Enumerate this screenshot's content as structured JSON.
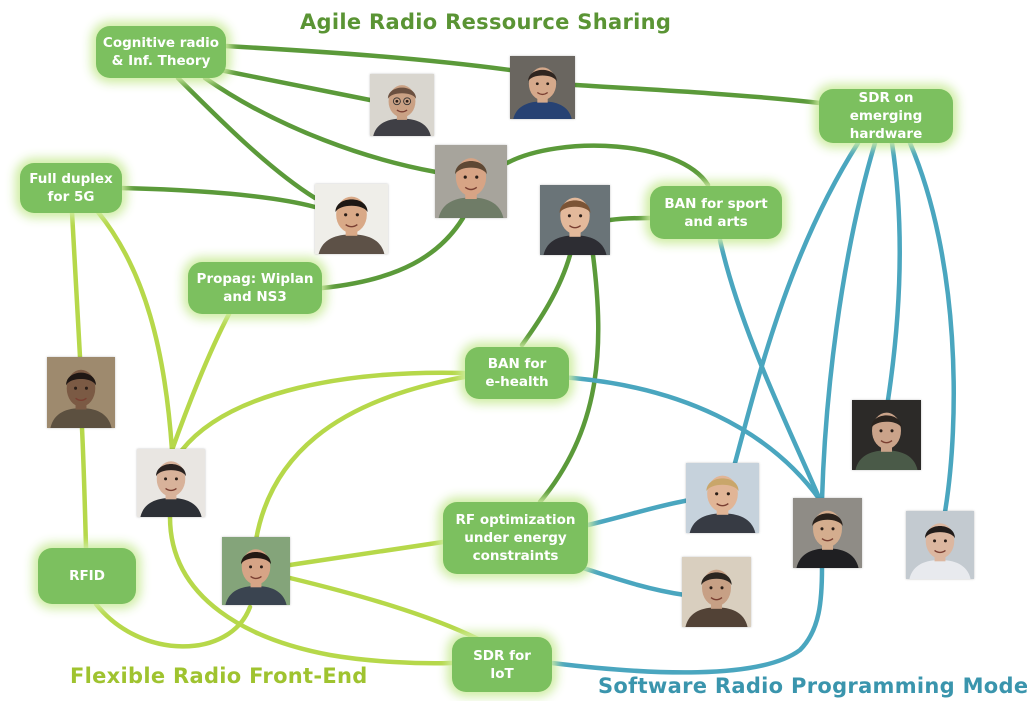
{
  "titles": {
    "agile": "Agile Radio Ressource Sharing",
    "front_end": "Flexible Radio Front-End",
    "programming": "Software Radio Programming Model"
  },
  "colors": {
    "agile": "#5a9434",
    "front_end": "#9fc32f",
    "programming": "#3a95ad",
    "box_fill": "#7cc05f",
    "box_text": "#ffffff",
    "box_glow": "#cdeca0",
    "link_dark_green": "#5b9a3a",
    "link_light_green": "#b6d84a",
    "link_blue": "#4aa6bf"
  },
  "topics": [
    {
      "id": "cognitive",
      "label": "Cognitive radio\n& Inf. Theory"
    },
    {
      "id": "sdr_hw",
      "label": "SDR on emerging\nhardware"
    },
    {
      "id": "full_duplex",
      "label": "Full duplex\nfor 5G"
    },
    {
      "id": "ban_sport",
      "label": "BAN for sport\nand arts"
    },
    {
      "id": "propag",
      "label": "Propag: Wiplan\nand NS3"
    },
    {
      "id": "ban_health",
      "label": "BAN for\ne-health"
    },
    {
      "id": "rf_opt",
      "label": "RF optimization\nunder energy\nconstraints"
    },
    {
      "id": "rfid",
      "label": "RFID"
    },
    {
      "id": "sdr_iot",
      "label": "SDR for\nIoT"
    }
  ],
  "people": [
    {
      "id": "p_glasses",
      "kind": "portrait",
      "skin": "#caa184",
      "hair": "#6b5040",
      "shirt": "#3f3f45",
      "bg": "#d9d6cf",
      "glasses": true
    },
    {
      "id": "p_suit",
      "kind": "portrait",
      "skin": "#d5a98b",
      "hair": "#2f2520",
      "shirt": "#274273",
      "bg": "#6a6660"
    },
    {
      "id": "p_asian",
      "kind": "portrait",
      "skin": "#d9a987",
      "hair": "#1e1814",
      "shirt": "#5d5147",
      "bg": "#efeee9"
    },
    {
      "id": "p_laugh",
      "kind": "portrait",
      "skin": "#d7a485",
      "hair": "#5e4834",
      "shirt": "#6f7c67",
      "bg": "#a7a49c"
    },
    {
      "id": "p_woman",
      "kind": "portrait",
      "skin": "#e3b99b",
      "hair": "#7b5436",
      "shirt": "#2d2d33",
      "bg": "#6a7478"
    },
    {
      "id": "p_outdoor",
      "kind": "portrait",
      "skin": "#7b5a44",
      "hair": "#1f1714",
      "shirt": "#5c5040",
      "bg": "#9e8a6e"
    },
    {
      "id": "p_beard1",
      "kind": "portrait",
      "skin": "#d8b29a",
      "hair": "#2a2220",
      "shirt": "#2d3036",
      "bg": "#e9e6e2"
    },
    {
      "id": "p_young",
      "kind": "portrait",
      "skin": "#d6a486",
      "hair": "#231a14",
      "shirt": "#3a4450",
      "bg": "#84a47a"
    },
    {
      "id": "p_blond",
      "kind": "portrait",
      "skin": "#e1b596",
      "hair": "#c9a66a",
      "shirt": "#373b44",
      "bg": "#c6d2dc"
    },
    {
      "id": "p_beard2",
      "kind": "portrait",
      "skin": "#caa38a",
      "hair": "#2a231e",
      "shirt": "#4a5a48",
      "bg": "#2c2a28"
    },
    {
      "id": "p_hat",
      "kind": "portrait",
      "skin": "#d4ad8e",
      "hair": "#2a221c",
      "shirt": "#1f1f22",
      "bg": "#8f8c86"
    },
    {
      "id": "p_beard3",
      "kind": "portrait",
      "skin": "#c7a085",
      "hair": "#2b2520",
      "shirt": "#524236",
      "bg": "#d9cfbf"
    },
    {
      "id": "p_curly",
      "kind": "portrait",
      "skin": "#dcb7a0",
      "hair": "#221c1a",
      "shirt": "#e8eaee",
      "bg": "#c3cad0"
    }
  ]
}
